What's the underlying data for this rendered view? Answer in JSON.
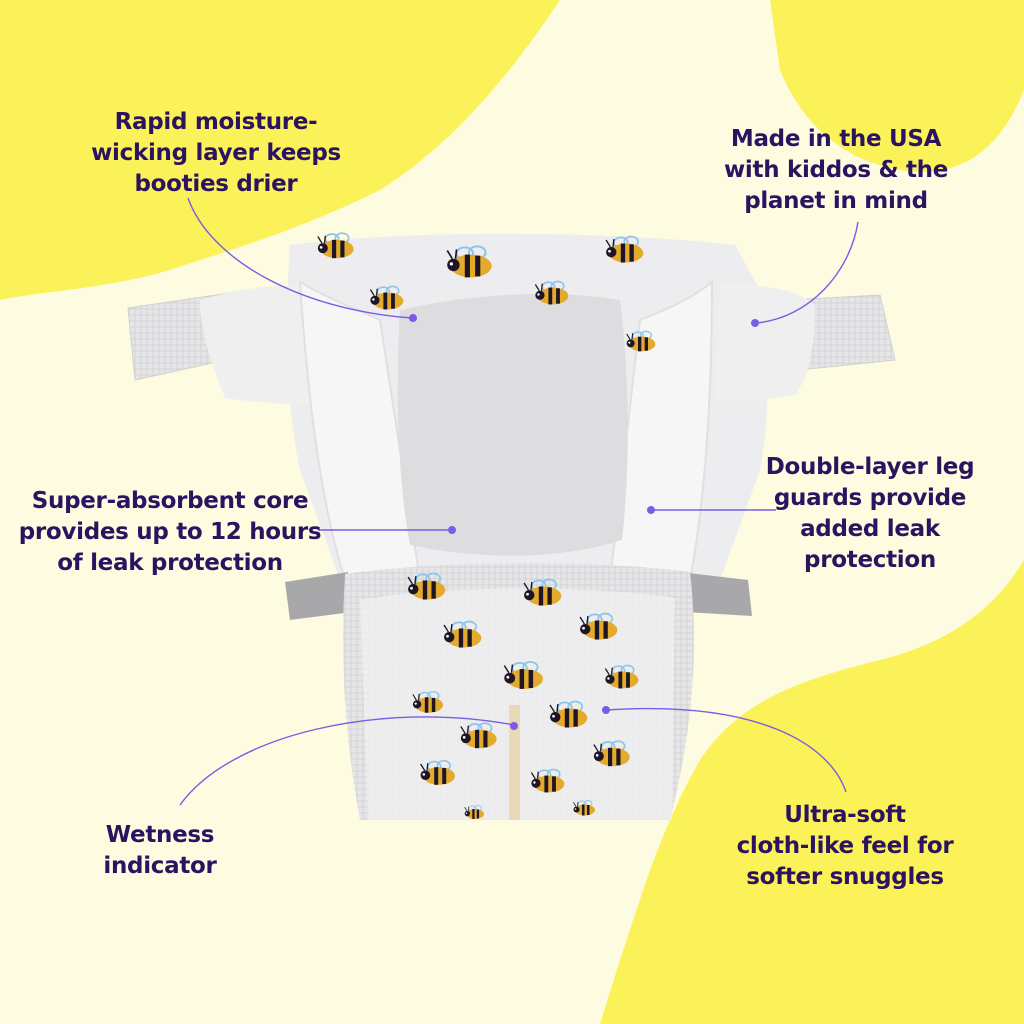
{
  "colors": {
    "background": "#fdfbe0",
    "blob": "#fbf25a",
    "text": "#2c1360",
    "leader": "#7b5ce6",
    "diaper": "#ececee",
    "core": "#dddcde",
    "bee_body": "#e4aa2c",
    "bee_wing": "#8cc4ea"
  },
  "illustration": {
    "subject": "diaper-with-bee-print"
  },
  "callouts": {
    "moisture": [
      "Rapid moisture-",
      "wicking layer keeps",
      "booties drier"
    ],
    "usa": [
      "Made in the USA",
      "with kiddos & the",
      "planet in mind"
    ],
    "core": [
      "Super-absorbent core",
      "provides up to 12 hours",
      "of leak protection"
    ],
    "leg_guards": [
      "Double-layer leg",
      "guards provide",
      "added leak",
      "protection"
    ],
    "wetness": [
      "Wetness",
      "indicator"
    ],
    "softness": [
      "Ultra-soft",
      "cloth-like feel for",
      "softer snuggles"
    ]
  }
}
